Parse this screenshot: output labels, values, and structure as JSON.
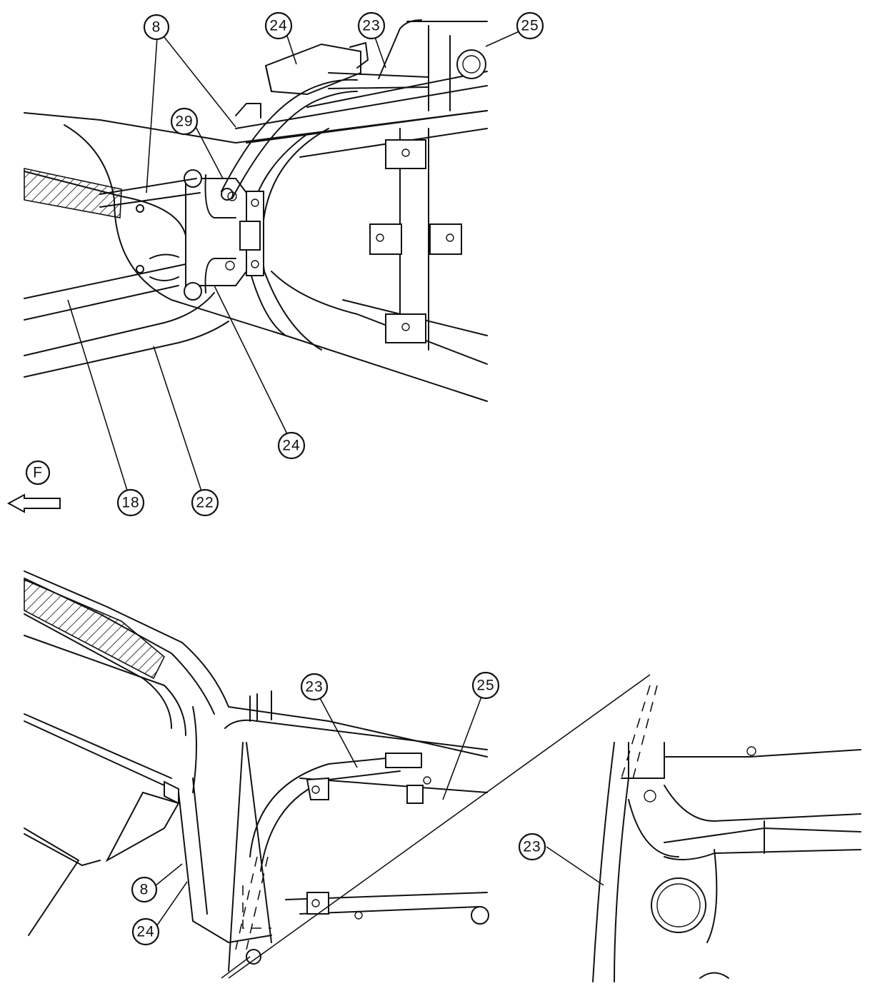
{
  "callouts": [
    {
      "id": "c8-top",
      "label": "8"
    },
    {
      "id": "c24-top",
      "label": "24"
    },
    {
      "id": "c23-top",
      "label": "23"
    },
    {
      "id": "c25-top",
      "label": "25"
    },
    {
      "id": "c29",
      "label": "29"
    },
    {
      "id": "c24-mid",
      "label": "24"
    },
    {
      "id": "c18",
      "label": "18"
    },
    {
      "id": "c22",
      "label": "22"
    },
    {
      "id": "c23-bottom",
      "label": "23"
    },
    {
      "id": "c25-bottom",
      "label": "25"
    },
    {
      "id": "c8-bottom",
      "label": "8"
    },
    {
      "id": "c24-bottom",
      "label": "24"
    },
    {
      "id": "c23-detail",
      "label": "23"
    }
  ],
  "direction_marker": {
    "label": "F",
    "icon": "arrow-left-icon"
  }
}
